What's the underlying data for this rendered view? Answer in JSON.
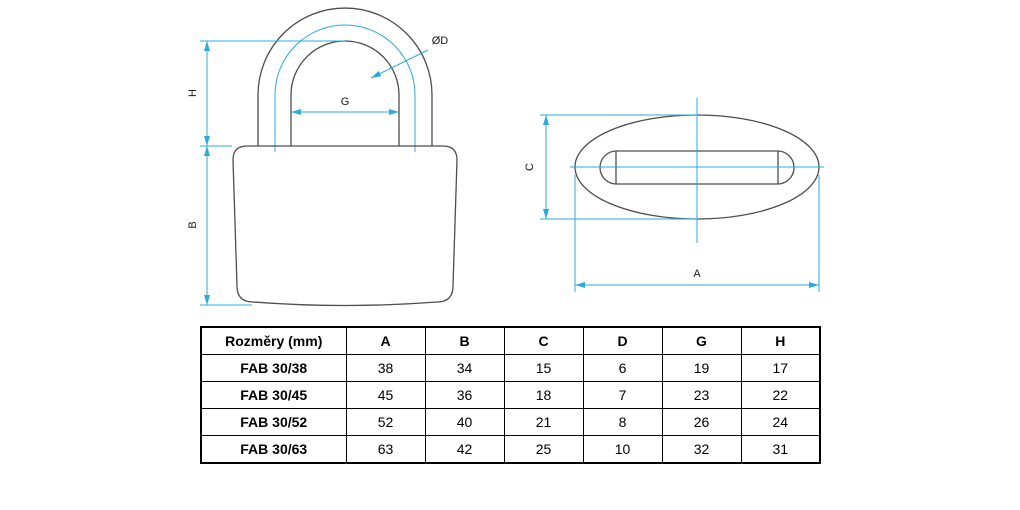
{
  "accent_color": "#29abe2",
  "line_color": "#4d4d4d",
  "front_view": {
    "labels": {
      "H": "H",
      "B": "B",
      "G": "G",
      "OD": "ØD"
    }
  },
  "top_view": {
    "labels": {
      "C": "C",
      "A": "A"
    }
  },
  "table": {
    "headers": [
      "Rozměry (mm)",
      "A",
      "B",
      "C",
      "D",
      "G",
      "H"
    ],
    "rows": [
      [
        "FAB 30/38",
        "38",
        "34",
        "15",
        "6",
        "19",
        "17"
      ],
      [
        "FAB 30/45",
        "45",
        "36",
        "18",
        "7",
        "23",
        "22"
      ],
      [
        "FAB 30/52",
        "52",
        "40",
        "21",
        "8",
        "26",
        "24"
      ],
      [
        "FAB 30/63",
        "63",
        "42",
        "25",
        "10",
        "32",
        "31"
      ]
    ]
  }
}
